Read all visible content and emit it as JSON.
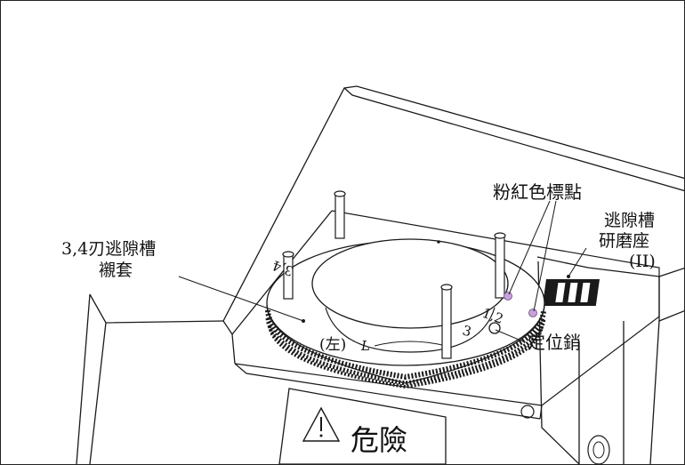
{
  "labels": {
    "pink_marks": "粉紅色標點",
    "relief_seat_line1": "逃隙槽",
    "relief_seat_line2": "研磨座",
    "relief_seat_line3": "(II)",
    "sleeve_line1": "3,4刃逃隙槽",
    "sleeve_line2": "襯套",
    "locating_pin": "定位銷"
  },
  "ring_markings": {
    "left": "(左)",
    "left_letter": "L",
    "marks_12": "1,2",
    "marks_3": "3",
    "marks_34": "3,4"
  },
  "plate_marking": "III",
  "warning_sign": {
    "text": "危險"
  },
  "colors": {
    "pink_mark": "#c9a0dc",
    "line": "#1a1a1a"
  }
}
